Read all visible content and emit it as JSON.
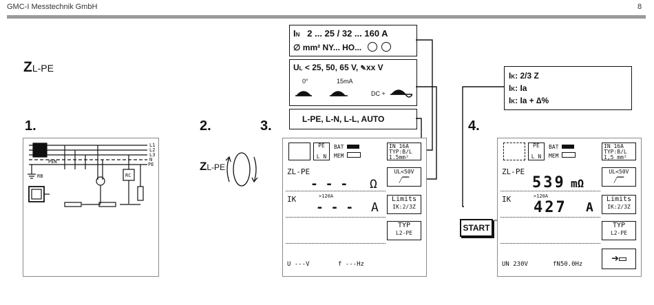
{
  "header": {
    "company": "GMC-I Messtechnik GmbH",
    "page_number": "8"
  },
  "title": {
    "main": "Z",
    "sub": "L-PE"
  },
  "steps": {
    "s1": "1.",
    "s2": "2.",
    "s3": "3.",
    "s4": "4."
  },
  "dial_label": {
    "main": "Z",
    "sub": "L-PE"
  },
  "info_box_1": {
    "line1_sym": "I",
    "line1_sub": "N",
    "line1_text": "2 ... 25 / 32 ... 160 A",
    "line2_text": "∅ mm² NY... HO..."
  },
  "info_box_2": {
    "line1_text": "U",
    "line1_sub": "L",
    "line1_rest": " < 25, 50, 65 V,",
    "line1_tail": "xx V",
    "wave1": "0°",
    "wave2": "15mA",
    "wave3": "DC +"
  },
  "info_box_3": {
    "text": "L-PE, L-N, L-L, AUTO"
  },
  "info_box_4": {
    "lines": [
      {
        "sym": "I",
        "sub": "K",
        "text": ": 2/3 Z"
      },
      {
        "sym": "I",
        "sub": "K",
        "text": ": Ia"
      },
      {
        "sym": "I",
        "sub": "K",
        "text": ": Ia + ∆%"
      }
    ]
  },
  "schematic": {
    "labels": [
      "L1",
      "L2",
      "L3",
      "N",
      "PE"
    ],
    "pen": "PEN",
    "rb": "RB",
    "rc": "RC"
  },
  "display_3": {
    "pe_label": "PE",
    "ln_label": "L N",
    "bat": "BAT",
    "mem": "MEM",
    "status": [
      "IN 16A",
      "TYP:B/L",
      "1.5mm²"
    ],
    "z_label": "ZL-PE",
    "z_value": "- - -",
    "z_unit": "Ω",
    "ul_button": "UL<50V",
    "ik_label": "IK",
    "ik_small": ">120A",
    "ik_value": "- - -",
    "ik_unit": "A",
    "limits_button": [
      "Limits",
      "IK:2/3Z"
    ],
    "typ_button": [
      "TYP",
      "L2-PE"
    ],
    "bottom": {
      "u": "U  ---V",
      "f": "f  ---Hz"
    }
  },
  "display_4": {
    "pe_label": "PE",
    "ln_label": "L N",
    "bat": "BAT",
    "mem": "MEM",
    "status": [
      "IN 16A",
      "TYP:B/L",
      "1,5 mm²"
    ],
    "z_label": "ZL-PE",
    "z_value": "539",
    "z_unit": "mΩ",
    "ul_button": "UL<50V",
    "ik_label": "IK",
    "ik_small": ">120A",
    "ik_value": "427",
    "ik_unit": "A",
    "limits_button": [
      "Limits",
      "IK:2/3Z"
    ],
    "typ_button": [
      "TYP",
      "L2-PE"
    ],
    "bottom": {
      "un": "UN 230V",
      "fn": "fN50.0Hz"
    }
  },
  "start_button": "START"
}
